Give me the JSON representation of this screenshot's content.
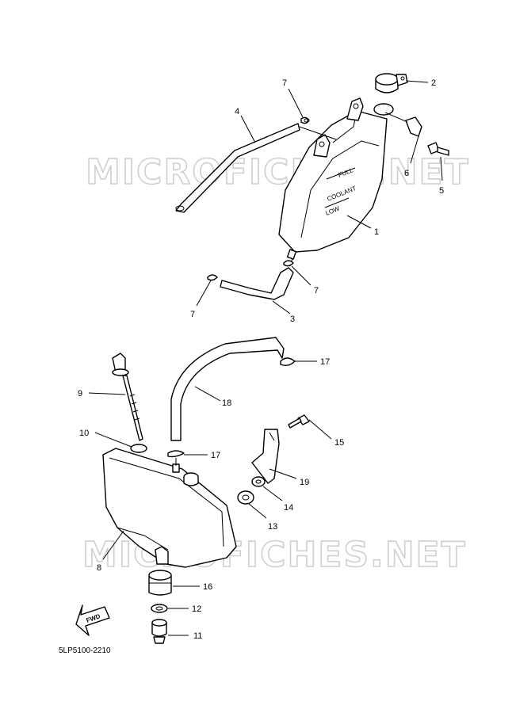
{
  "watermark": "MICROFICHES.NET",
  "diagram_code": "5LP5100-2210",
  "fwd_label": "FWD",
  "tank_labels": {
    "full": "FULL",
    "coolant": "COOLANT",
    "low": "LOW"
  },
  "callouts": {
    "c1": "1",
    "c2": "2",
    "c3": "3",
    "c4": "4",
    "c5": "5",
    "c6": "6",
    "c7a": "7",
    "c7b": "7",
    "c7c": "7",
    "c8": "8",
    "c9": "9",
    "c10": "10",
    "c11": "11",
    "c12": "12",
    "c13": "13",
    "c14": "14",
    "c15": "15",
    "c16": "16",
    "c17a": "17",
    "c17b": "17",
    "c18": "18",
    "c19": "19"
  }
}
